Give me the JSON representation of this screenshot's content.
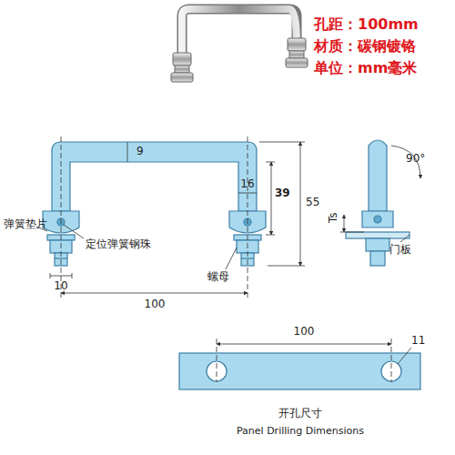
{
  "diagram": {
    "labels": [
      "孔距：100mm",
      "材质：碳钢镀铬",
      "单位：mm毫米",
      "9",
      "16",
      "39",
      "55",
      "弹簧垫片",
      "定位弹簧钢珠",
      "10",
      "螺母",
      "100",
      "Ts",
      "90°",
      "门板",
      "100",
      "11",
      "开孔尺寸",
      "Panel Drilling Dimensions"
    ]
  }
}
